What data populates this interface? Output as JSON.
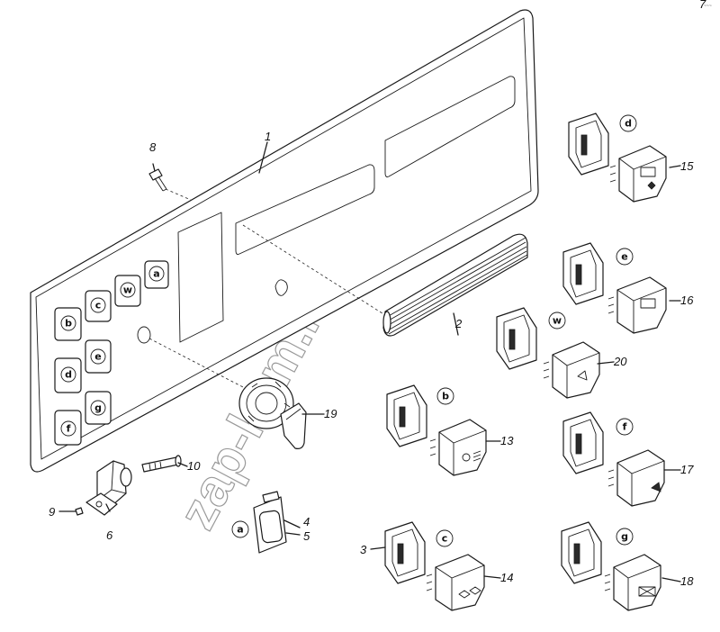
{
  "callouts": {
    "n1": "1",
    "n2": "2",
    "n3": "3",
    "n4": "4",
    "n5": "5",
    "n6": "6",
    "n7": "7",
    "n8": "8",
    "n9": "9",
    "n10": "10",
    "n13": "13",
    "n14": "14",
    "n15": "15",
    "n16": "16",
    "n17": "17",
    "n18": "18",
    "n19": "19",
    "n20": "20"
  },
  "panel_keys": {
    "a": "a",
    "w": "w",
    "c": "c",
    "b": "b",
    "e": "e",
    "d": "d",
    "g": "g",
    "f": "f"
  },
  "switch_letters": {
    "d": "d",
    "e": "e",
    "w": "w",
    "b": "b",
    "f": "f",
    "c": "c",
    "g": "g",
    "a": "a"
  },
  "watermark": "zap-kam.ru",
  "corner_mark": "~~~"
}
